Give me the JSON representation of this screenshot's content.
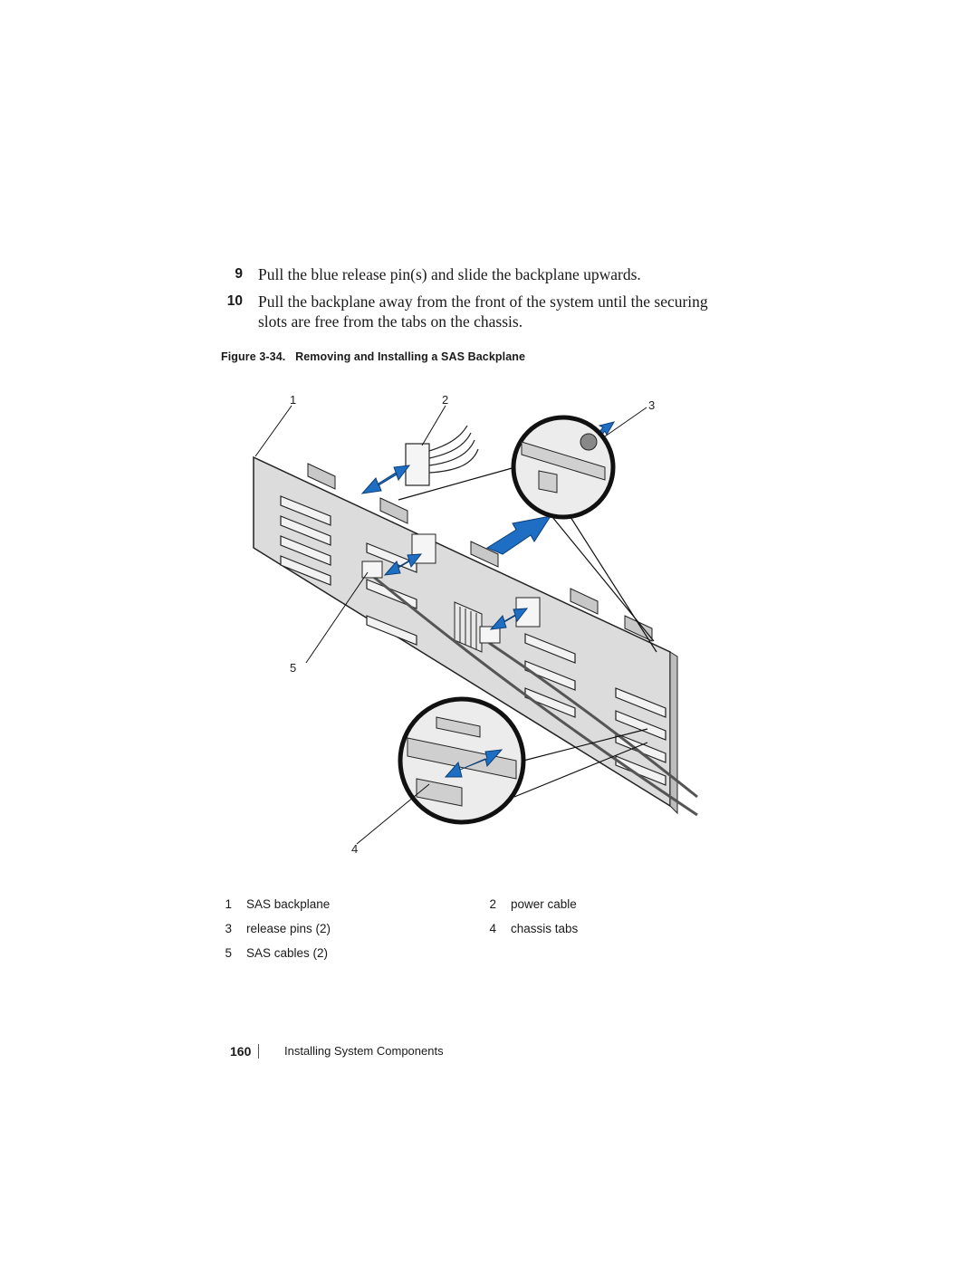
{
  "steps": [
    {
      "number": "9",
      "text": "Pull the blue release pin(s) and slide the backplane upwards."
    },
    {
      "number": "10",
      "text": "Pull the backplane away from the front of the system until the securing slots are free from the tabs on the chassis."
    }
  ],
  "figure": {
    "label": "Figure 3-34.",
    "title": "Removing and Installing a SAS Backplane",
    "callouts": [
      "1",
      "2",
      "3",
      "4",
      "5"
    ]
  },
  "legend": [
    {
      "number": "1",
      "label": "SAS backplane"
    },
    {
      "number": "2",
      "label": "power cable"
    },
    {
      "number": "3",
      "label": "release pins (2)"
    },
    {
      "number": "4",
      "label": "chassis tabs"
    },
    {
      "number": "5",
      "label": "SAS cables (2)"
    }
  ],
  "footer": {
    "page_number": "160",
    "section_title": "Installing System Components"
  },
  "colors": {
    "arrow_blue": "#1e6fc4",
    "board_gray": "#d8d8d8",
    "line": "#222222"
  }
}
